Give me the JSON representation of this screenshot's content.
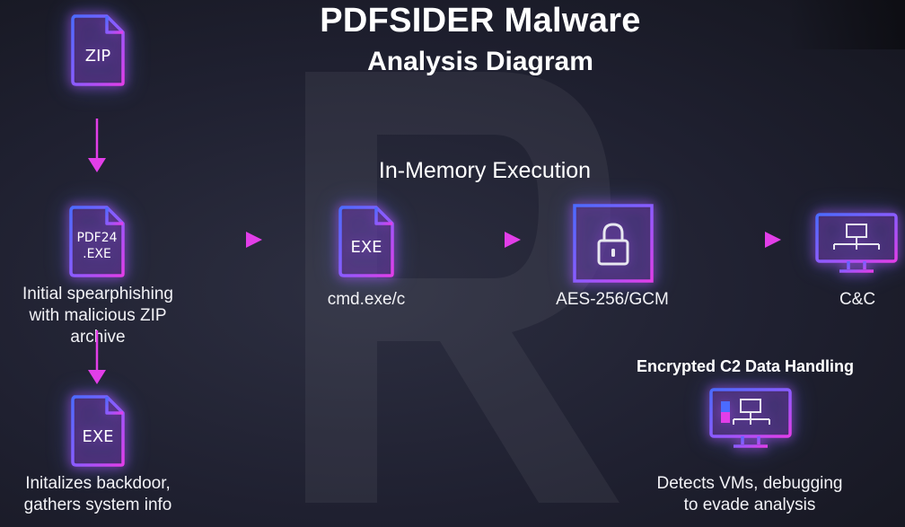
{
  "header": {
    "title": "PDFSIDER Malware",
    "subtitle": "Analysis Diagram"
  },
  "section": {
    "in_memory_title": "In-Memory Execution",
    "encrypted_title": "Encrypted C2 Data Handling"
  },
  "nodes": {
    "zip": {
      "icon_text": "ZIP"
    },
    "pdf24": {
      "icon_line1": "PDF24",
      "icon_line2": ".EXE",
      "caption_line1": "Initial spearphishing",
      "caption_line2": "with malicious ZIP archive"
    },
    "backdoor": {
      "icon_text": "EXE",
      "caption_line1": "Initalizes backdoor,",
      "caption_line2": "gathers system info"
    },
    "cmd": {
      "icon_text": "EXE",
      "caption": "cmd.exe/c"
    },
    "aes": {
      "icon": "lock-icon",
      "caption": "AES-256/GCM"
    },
    "cnc": {
      "icon": "network-monitor-icon",
      "caption": "C&C"
    },
    "vm": {
      "icon": "monitor-vm-icon",
      "caption_line1": "Detects VMs, debugging",
      "caption_line2": "to evade analysis"
    }
  },
  "colors": {
    "accent_magenta": "#e23ee8",
    "accent_blue": "#4b6bff",
    "background": "#22232f"
  }
}
